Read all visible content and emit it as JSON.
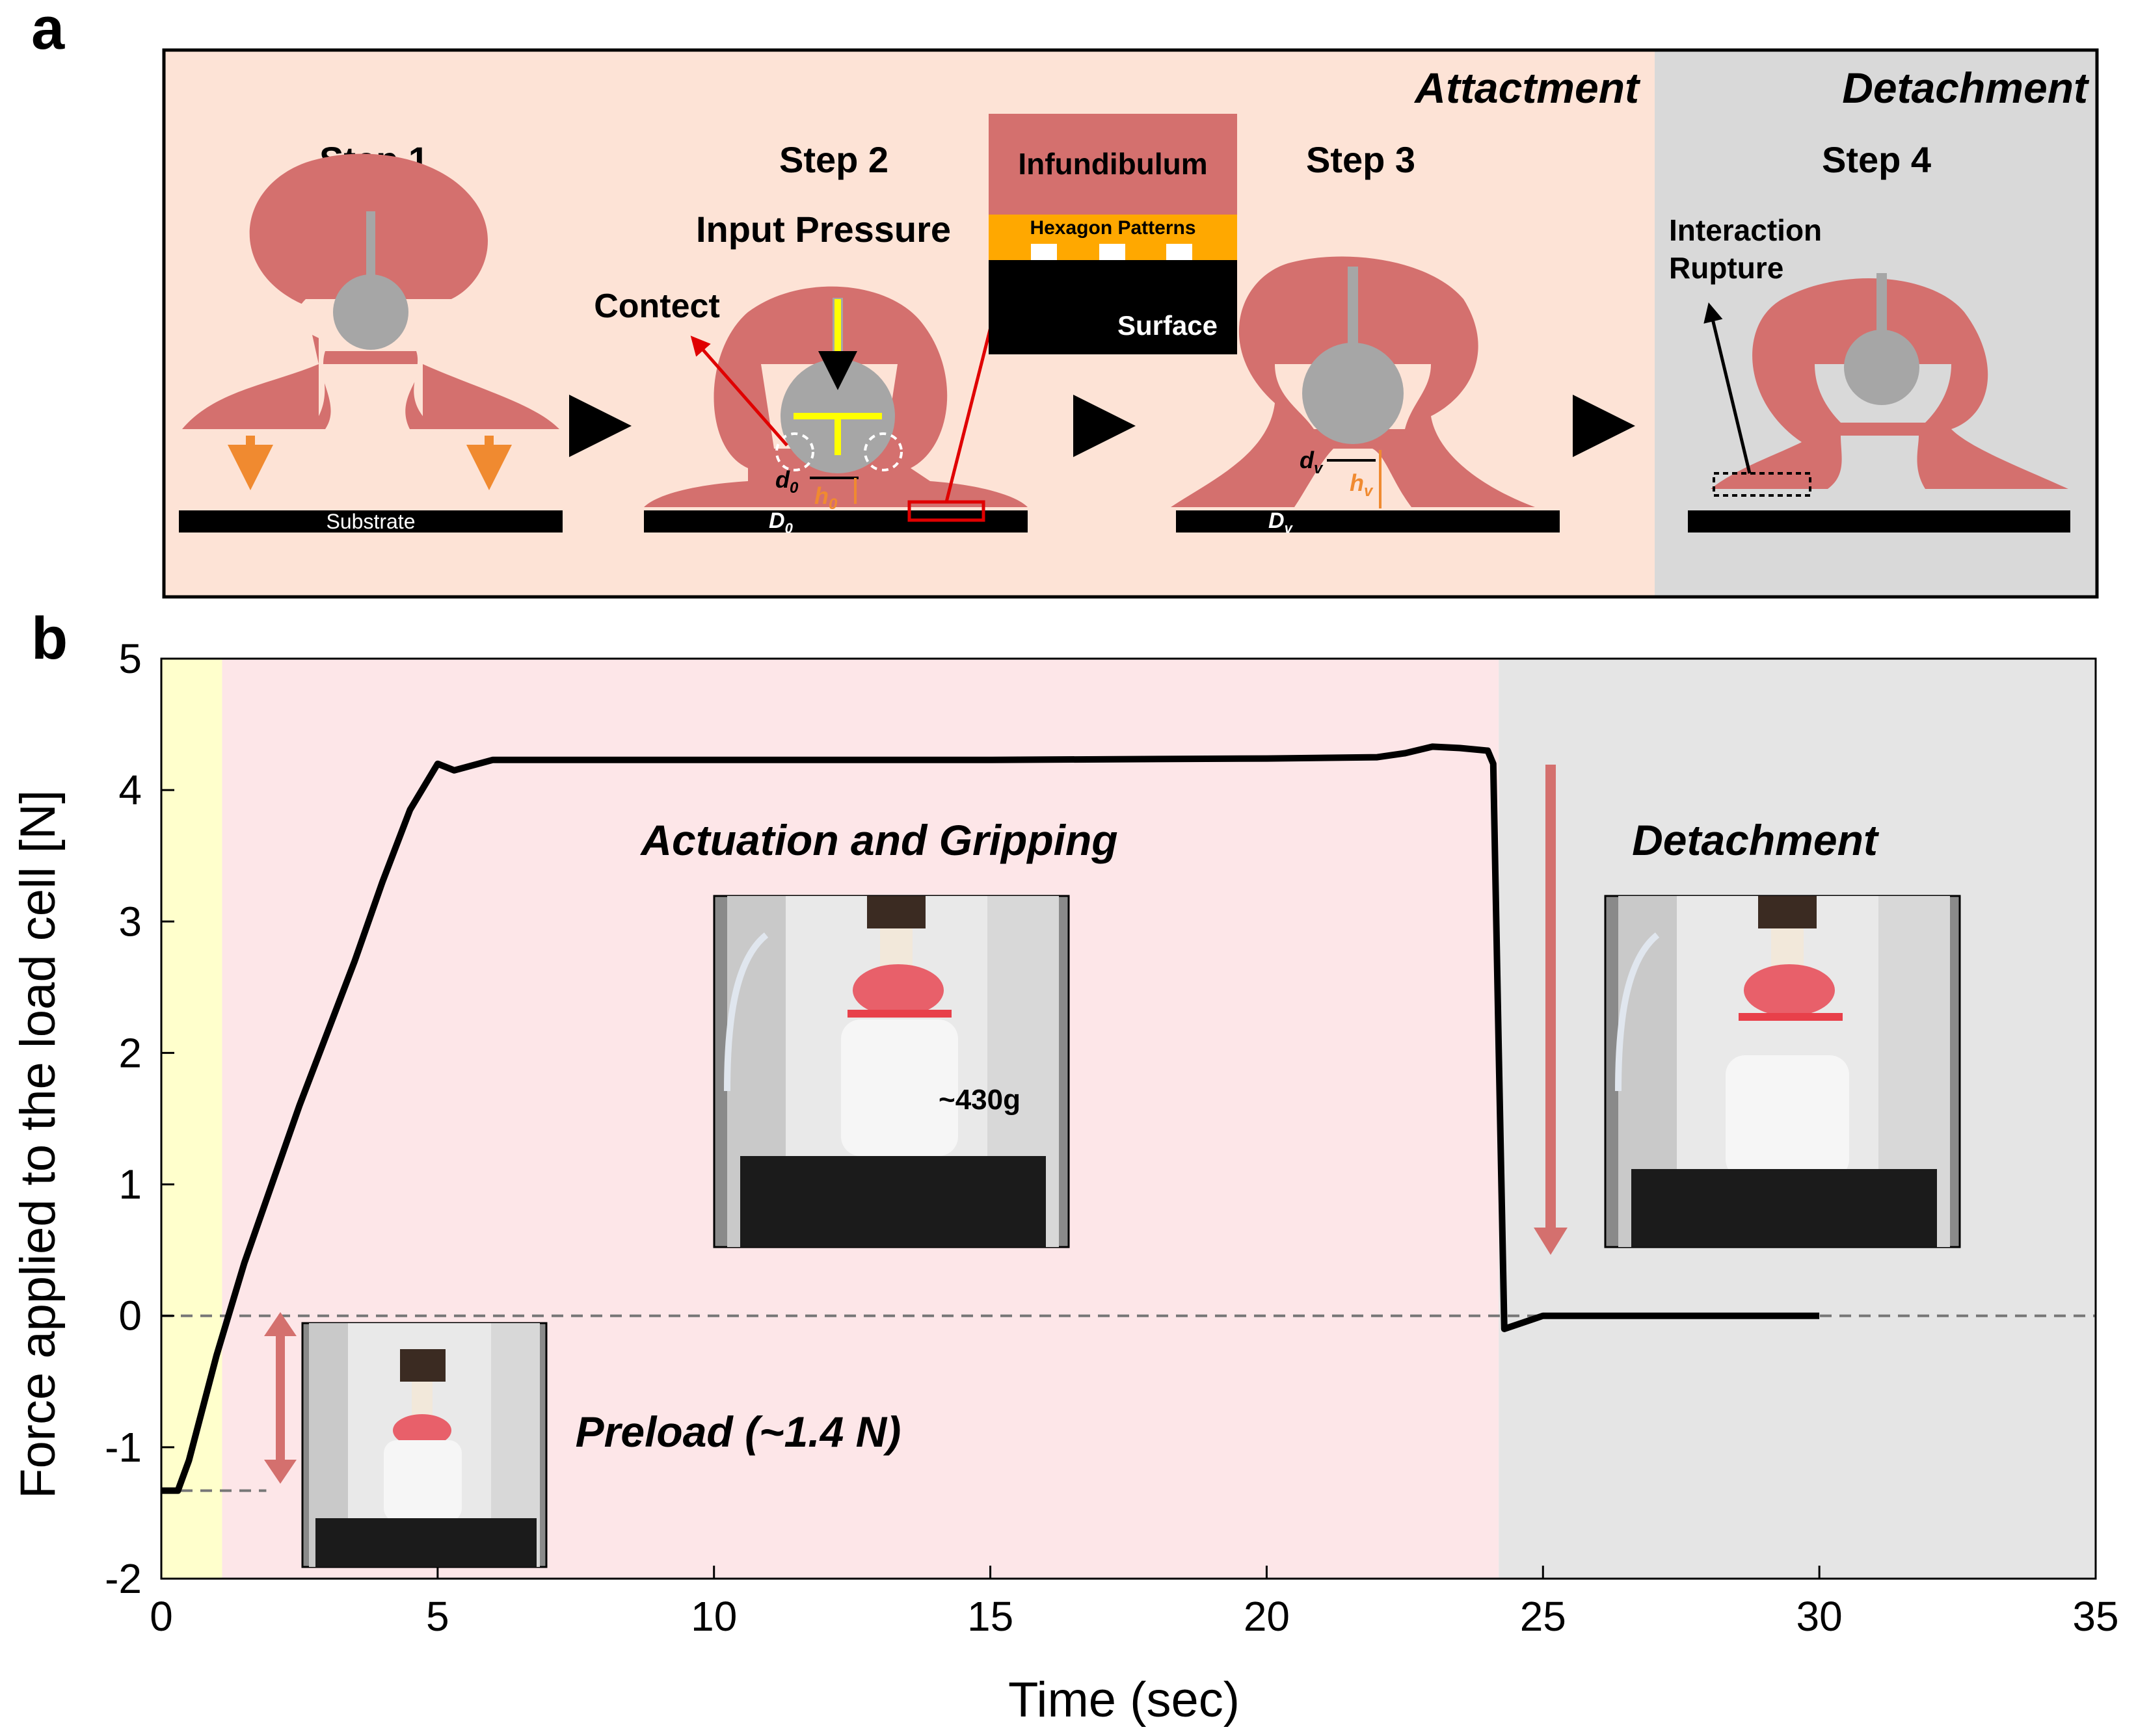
{
  "panel_a": {
    "letter": "a",
    "header_attachment": "Attactment",
    "header_detachment": "Detachment",
    "steps": [
      {
        "label": "Step 1"
      },
      {
        "label": "Step 2",
        "sublabel": "Input Pressure",
        "callout": "Contect"
      },
      {
        "label": "Step 3"
      },
      {
        "label": "Step 4",
        "callout_line1": "Interaction",
        "callout_line2": "Rupture"
      }
    ],
    "substrate_label": "Substrate",
    "inset": {
      "top": "Infundibulum",
      "middle": "Hexagon Patterns",
      "bottom": "Surface"
    },
    "symbols": {
      "d0": "d",
      "d0_sub": "0",
      "h0": "h",
      "h0_sub": "0",
      "D0": "D",
      "D0_sub": "0",
      "dv": "d",
      "dv_sub": "v",
      "hv": "h",
      "hv_sub": "v",
      "Dv": "D",
      "Dv_sub": "v"
    },
    "colors": {
      "background_attach": "#fde3d6",
      "background_detach": "#d9d9d9",
      "body": "#d4706e",
      "core": "#a6a6a6",
      "arrow_orange": "#f08a30",
      "arrow_yellow": "#ffff00",
      "inset_yellow": "#ffa800"
    }
  },
  "panel_b": {
    "letter": "b",
    "annotations": {
      "actuation": "Actuation and Gripping",
      "detachment": "Detachment",
      "preload": "Preload (~1.4 N)",
      "mass": "~430g"
    },
    "colors": {
      "preload_region": "#ffffcc",
      "actuation_region": "#fde6e8",
      "detach_region": "#e5e5e5",
      "arrow": "#d4706e"
    }
  },
  "chart_data": {
    "type": "line",
    "xlabel": "Time (sec)",
    "ylabel": "Force applied to the load cell [N]",
    "xlim": [
      0,
      35
    ],
    "ylim": [
      -2,
      5
    ],
    "xticks": [
      0,
      5,
      10,
      15,
      20,
      25,
      30,
      35
    ],
    "yticks": [
      -2,
      -1,
      0,
      1,
      2,
      3,
      4,
      5
    ],
    "grid": false,
    "regions": [
      {
        "x0": 0,
        "x1": 1.1,
        "phase": "preload"
      },
      {
        "x0": 1.1,
        "x1": 24.2,
        "phase": "actuation"
      },
      {
        "x0": 24.2,
        "x1": 35,
        "phase": "detachment"
      }
    ],
    "reference_lines": [
      {
        "y": 0,
        "style": "dashed"
      },
      {
        "y": -1.33,
        "style": "dashed",
        "x0": 0,
        "x1": 1.9
      }
    ],
    "series": [
      {
        "x": [
          0,
          0.3,
          0.5,
          1.0,
          1.5,
          2.0,
          2.5,
          3.0,
          3.5,
          4.0,
          4.5,
          5.0,
          5.3,
          6.0,
          8.0,
          10.0,
          15.0,
          20.0,
          22.0,
          22.5,
          23.0,
          23.5,
          24.0,
          24.1,
          24.2,
          24.3,
          25.0,
          27.0,
          30.0
        ],
        "y": [
          -1.33,
          -1.33,
          -1.1,
          -0.3,
          0.4,
          1.0,
          1.6,
          2.15,
          2.7,
          3.3,
          3.85,
          4.2,
          4.15,
          4.23,
          4.23,
          4.23,
          4.23,
          4.24,
          4.25,
          4.28,
          4.33,
          4.32,
          4.3,
          4.2,
          2.0,
          -0.1,
          0.0,
          0.0,
          0.0
        ]
      }
    ]
  }
}
